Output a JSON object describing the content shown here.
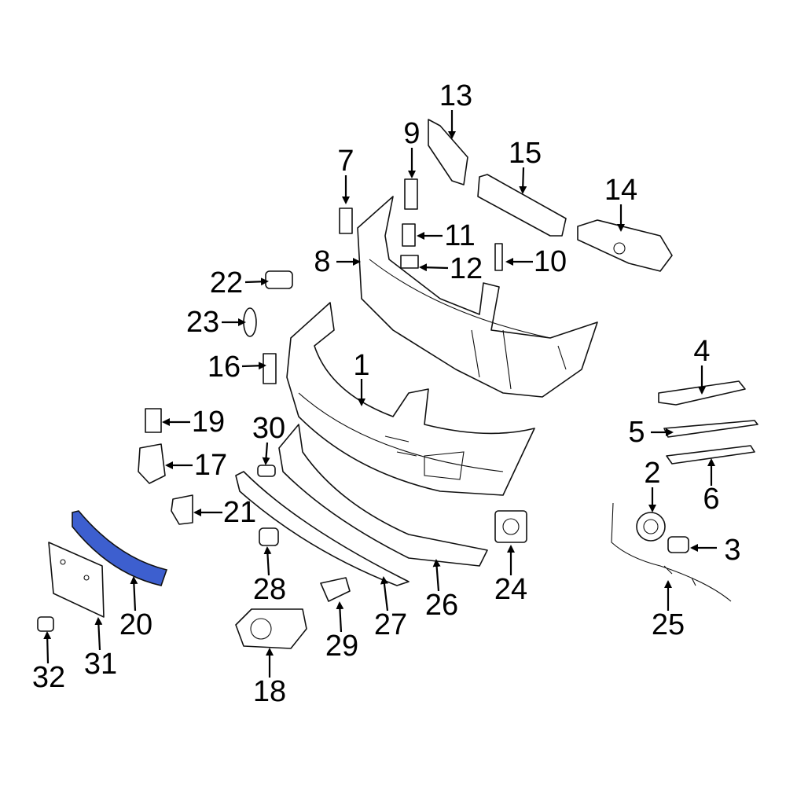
{
  "diagram": {
    "type": "exploded parts diagram",
    "highlight_color": "#3d5fcf",
    "highlighted_part": "20",
    "callouts": [
      "1",
      "2",
      "3",
      "4",
      "5",
      "6",
      "7",
      "8",
      "9",
      "10",
      "11",
      "12",
      "13",
      "14",
      "15",
      "16",
      "17",
      "18",
      "19",
      "20",
      "21",
      "22",
      "23",
      "24",
      "25",
      "26",
      "27",
      "28",
      "29",
      "30",
      "31",
      "32"
    ]
  }
}
